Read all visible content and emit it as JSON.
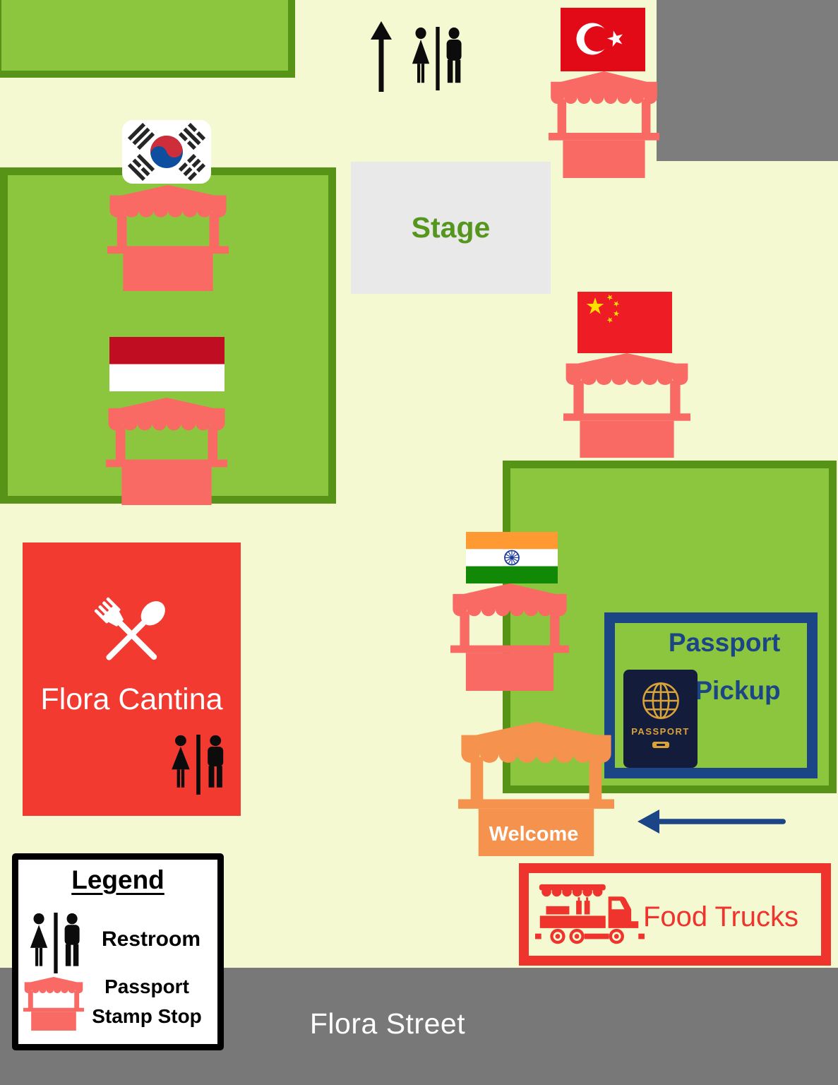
{
  "page": {
    "stage": {
      "label": "Stage"
    },
    "street": {
      "label": "Flora Street"
    },
    "cantina": {
      "label": "Flora Cantina"
    },
    "passport_pickup": {
      "line1": "Passport",
      "line2": "Pickup",
      "book_text": "PASSPORT"
    },
    "welcome_booth": {
      "label": "Welcome"
    },
    "food_trucks": {
      "label": "Food Trucks"
    },
    "legend": {
      "title": "Legend",
      "items": [
        {
          "icon": "restroom-icon",
          "label": "Restroom"
        },
        {
          "icon": "stamp-stop-booth-icon",
          "label_line1": "Passport",
          "label_line2": "Stamp Stop"
        }
      ]
    },
    "stamp_stops": [
      {
        "flag": "south-korea-flag-icon"
      },
      {
        "flag": "indonesia-flag-icon"
      },
      {
        "flag": "turkey-flag-icon"
      },
      {
        "flag": "china-flag-icon"
      },
      {
        "flag": "india-flag-icon"
      }
    ],
    "icons": {
      "north_arrow": "up-arrow-icon",
      "restroom": "restroom-icon",
      "utensils": "crossed-spoon-fork-icon",
      "passport_book": "passport-book-icon",
      "food_truck": "food-truck-icon",
      "direction_arrow": "left-arrow-icon"
    }
  },
  "colors": {
    "background": "#f5f9d2",
    "zone-fill": "#8cc63e",
    "zone-border": "#579316",
    "booth-salmon": "#fa6a64",
    "welcome-orange": "#f5924d",
    "cantina-red": "#f23a31",
    "foodtrucks-red": "#ee342c",
    "passport-blue": "#1c4586",
    "book-navy": "#141c3c",
    "book-gold": "#d9a33a",
    "street-gray": "#787878",
    "block-gray": "#7d7d7d",
    "stage-fill": "#e9e9e9",
    "stage-green": "#55961e",
    "arrow-navy": "#1c4587",
    "icon-black": "#0c0c0c"
  }
}
